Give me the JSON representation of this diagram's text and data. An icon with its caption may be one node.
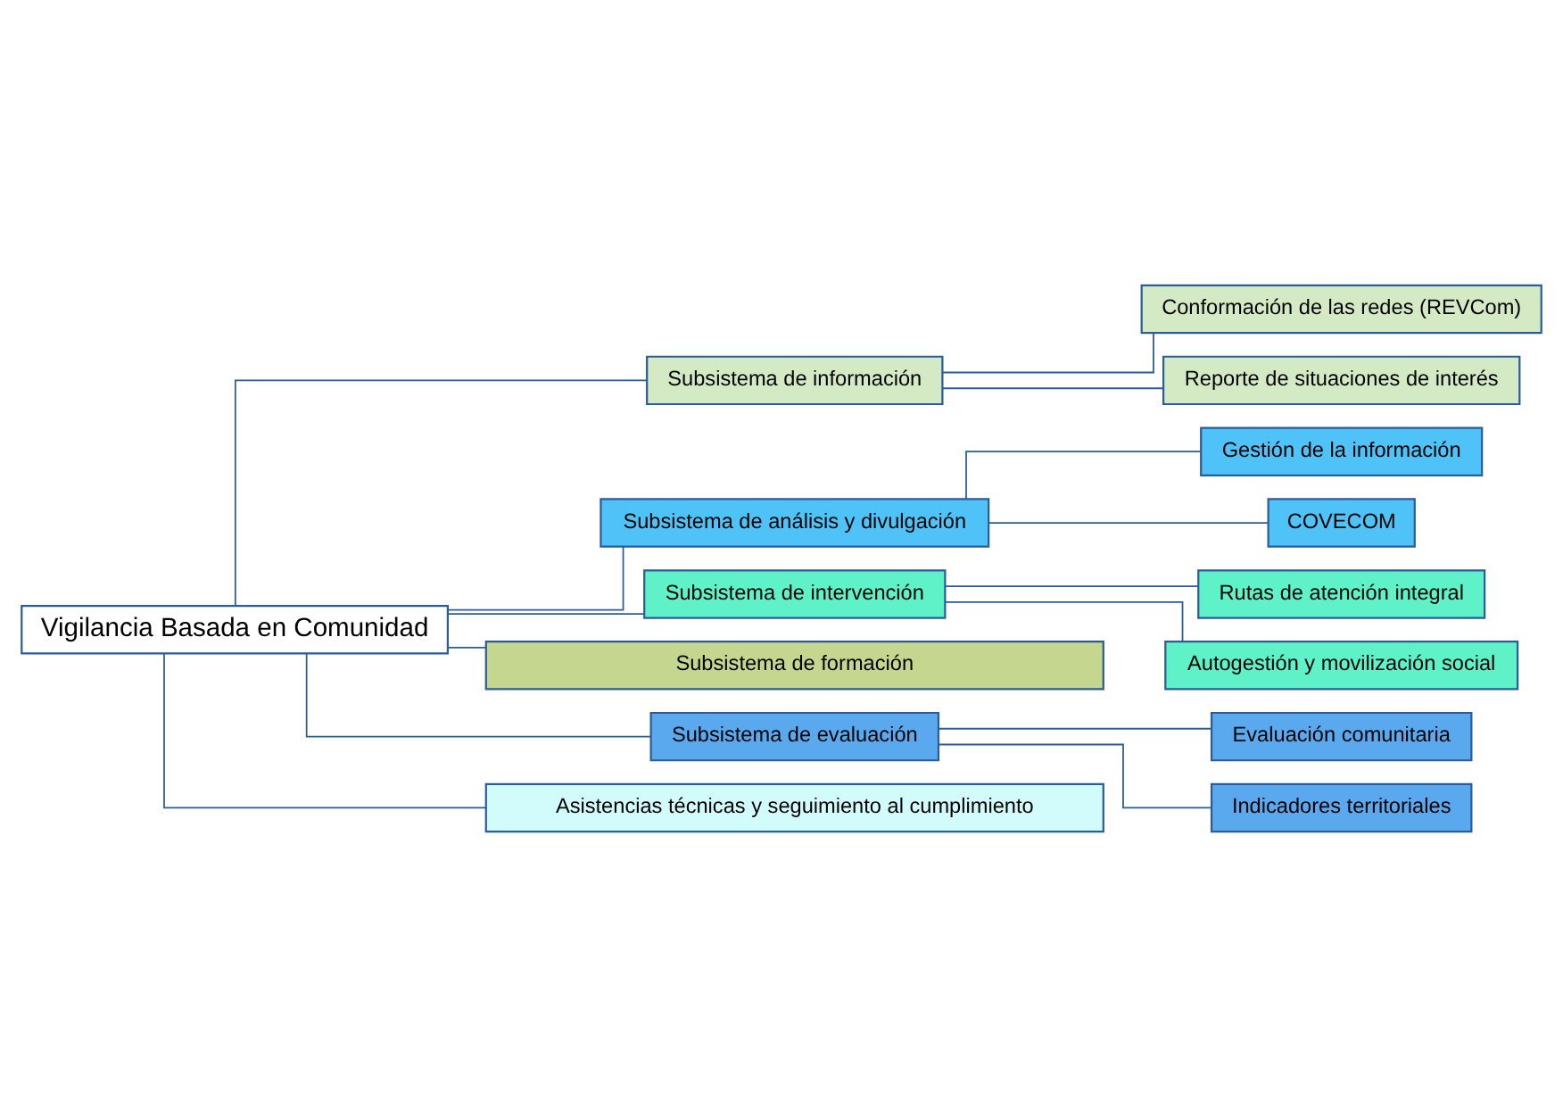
{
  "diagram": {
    "nodes": [
      {
        "text": [
          "Vigilancia Basada en Comunidad"
        ]
      },
      {
        "text": [
          "Subsistema de información"
        ]
      },
      {
        "text": [
          "Conformación de las redes (REVCom)"
        ]
      },
      {
        "text": [
          "Reporte de situaciones de interés"
        ]
      },
      {
        "text": [
          "Subsistema de análisis y divulgación"
        ]
      },
      {
        "text": [
          "Gestión de la información"
        ]
      },
      {
        "text": [
          "COVECOM"
        ]
      },
      {
        "text": [
          "Subsistema de intervención"
        ]
      },
      {
        "text": [
          "Rutas de atención integral"
        ]
      },
      {
        "text": [
          "Autogestión y movilización social"
        ]
      },
      {
        "text": [
          "Subsistema de formación"
        ]
      },
      {
        "text": [
          "Subsistema de evaluación"
        ]
      },
      {
        "text": [
          "Evaluación comunitaria"
        ]
      },
      {
        "text": [
          "Indicadores territoriales"
        ]
      },
      {
        "text": [
          "Asistencias técnicas y seguimiento al cumplimiento"
        ]
      }
    ],
    "edges": [
      {
        "from": 0,
        "to": 1,
        "arrow": "none"
      },
      {
        "from": 1,
        "to": 2,
        "arrow": "none"
      },
      {
        "from": 1,
        "to": 3,
        "arrow": "none"
      },
      {
        "from": 0,
        "to": 4,
        "arrow": "none"
      },
      {
        "from": 4,
        "to": 5,
        "arrow": "none"
      },
      {
        "from": 4,
        "to": 6,
        "arrow": "none"
      },
      {
        "from": 0,
        "to": 7,
        "arrow": "none"
      },
      {
        "from": 7,
        "to": 8,
        "arrow": "none"
      },
      {
        "from": 7,
        "to": 9,
        "arrow": "none"
      },
      {
        "from": 0,
        "to": 10,
        "arrow": "none"
      },
      {
        "from": 0,
        "to": 11,
        "arrow": "none"
      },
      {
        "from": 11,
        "to": 12,
        "arrow": "none"
      },
      {
        "from": 11,
        "to": 13,
        "arrow": "none"
      },
      {
        "from": 0,
        "to": 14,
        "arrow": "none"
      }
    ]
  }
}
